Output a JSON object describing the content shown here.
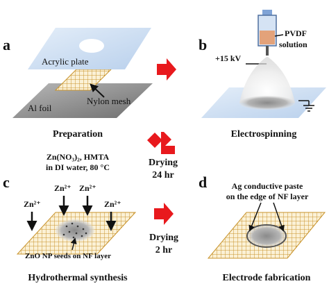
{
  "panels": {
    "a": {
      "letter": "a",
      "caption": "Preparation",
      "labels": {
        "acrylic": "Acrylic plate",
        "mesh": "Nylon mesh",
        "foil": "Al foil"
      }
    },
    "b": {
      "letter": "b",
      "caption": "Electrospinning",
      "labels": {
        "pvdf_1": "PVDF",
        "pvdf_2": "solution",
        "voltage": "+15 kV"
      }
    },
    "c": {
      "letter": "c",
      "caption": "Hydrothermal synthesis",
      "conditions": {
        "line1": "Zn(NO₃)₂, HMTA",
        "line2": "in DI water, 80 °C"
      },
      "ion": "Zn²⁺",
      "seeds": "ZnO NP seeds on NF layer"
    },
    "d": {
      "letter": "d",
      "caption": "Electrode fabrication",
      "paste_1": "Ag conductive paste",
      "paste_2": "on the edge of NF layer"
    }
  },
  "steps": {
    "drying1": {
      "line1": "Drying",
      "line2": "24 hr"
    },
    "drying2": {
      "line1": "Drying",
      "line2": "2 hr"
    }
  },
  "colors": {
    "arrow": "#e8191d",
    "acrylic": "#cfe0f3",
    "mesh": "#d6a94a",
    "mesh_fill": "#fbf1d6",
    "foil": "#8c8c8c"
  }
}
